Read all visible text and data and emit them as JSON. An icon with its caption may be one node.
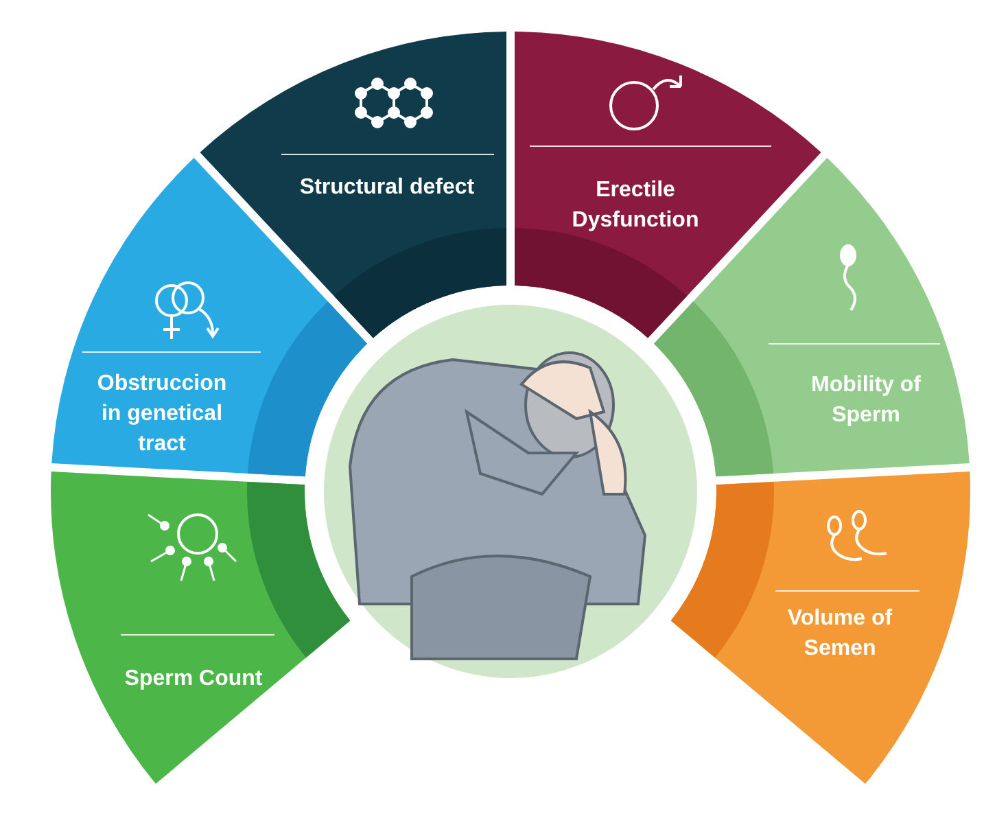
{
  "diagram": {
    "nodes": [
      {
        "text": [
          "Structural defect"
        ]
      },
      {
        "text": [
          "Erectile Dysfunction"
        ]
      },
      {
        "text": [
          "Obstruccion in genetical tract"
        ]
      },
      {
        "text": [
          "Mobility of Sperm"
        ]
      },
      {
        "text": [
          "Sperm Count"
        ]
      },
      {
        "text": [
          "Volume of Semen"
        ]
      }
    ]
  }
}
